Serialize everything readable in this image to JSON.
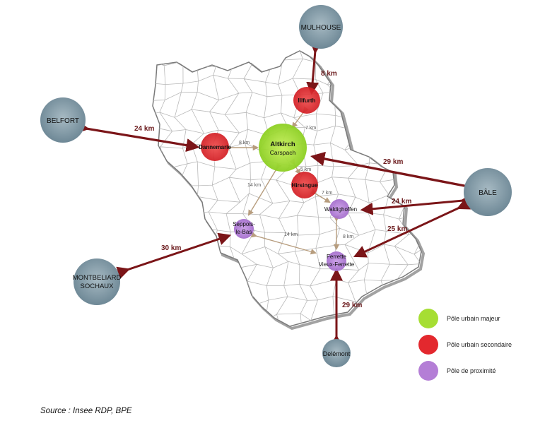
{
  "colors": {
    "major": "#a6de33",
    "secondary": "#e3282e",
    "proximity": "#b47ed6",
    "external": "#8aa1ad",
    "major_arrow": "#7b1518",
    "minor_arrow": "#b79d7e",
    "road_label": "#6b1a1c"
  },
  "poles": {
    "altkirch": {
      "name": "Altkirch",
      "sub": "Carspach"
    },
    "illfurth": {
      "name": "Illfurth"
    },
    "dannemarie": {
      "name": "Dannemarie"
    },
    "hirsingue": {
      "name": "Hirsingue"
    },
    "waldighoffen": {
      "name": "Waldighoffen"
    },
    "seppois": {
      "line1": "Seppois-",
      "line2": "le-Bas"
    },
    "ferrette": {
      "line1": "Ferrette",
      "line2": "Vieux-Ferrette"
    }
  },
  "externals": {
    "mulhouse": "MULHOUSE",
    "belfort": "BELFORT",
    "bale": "BÂLE",
    "montbeliard": {
      "line1": "MONTBELIARD",
      "line2": "SOCHAUX"
    },
    "delemont": "Delémont"
  },
  "distances": {
    "mulhouse_illfurth": "8 km",
    "belfort_dannemarie": "24 km",
    "bale_altkirch": "29 km",
    "bale_waldighoffen": "24 km",
    "bale_ferrette": "25 km",
    "montbeliard_seppois": "30 km",
    "delemont_ferrette": "29 km",
    "dannemarie_altkirch": "8 km",
    "illfurth_altkirch": "7 km",
    "altkirch_hirsingue": "5 km",
    "altkirch_seppois": "14 km",
    "hirsingue_waldighoffen": "7 km",
    "seppois_ferrette": "14 km",
    "waldighoffen_ferrette": "8 km"
  },
  "legend": {
    "major": "Pôle urbain majeur",
    "secondary": "Pôle urbain secondaire",
    "proximity": "Pôle de proximité"
  },
  "source": "Source : Insee RDP, BPE"
}
